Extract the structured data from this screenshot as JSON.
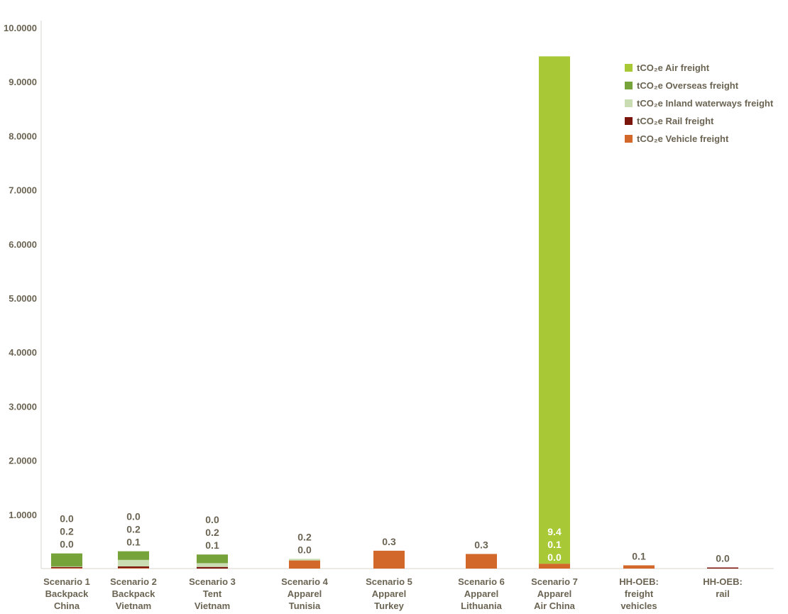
{
  "chart_data": {
    "type": "bar",
    "stacked": true,
    "categories": [
      [
        "Scenario 1",
        "Backpack",
        "China"
      ],
      [
        "Scenario 2",
        "Backpack",
        "Vietnam"
      ],
      [
        "Scenario 3",
        "Tent",
        "Vietnam"
      ],
      [
        "Scenario 4",
        "Apparel",
        "Tunisia"
      ],
      [
        "Scenario 5",
        "Apparel",
        "Turkey"
      ],
      [
        "Scenario 6",
        "Apparel",
        "Lithuania"
      ],
      [
        "Scenario 7",
        "Apparel",
        "Air China"
      ],
      [
        "HH-OEB:",
        "freight",
        "vehicles"
      ],
      [
        "HH-OEB:",
        "rail"
      ]
    ],
    "series": [
      {
        "name": "tCO₂e Vehicle freight",
        "color": "#d2692a",
        "values": [
          0.01,
          0.01,
          0.0,
          0.15,
          0.33,
          0.27,
          0.09,
          0.06,
          0.0
        ]
      },
      {
        "name": "tCO₂e Rail freight",
        "color": "#7a160c",
        "values": [
          0.02,
          0.03,
          0.03,
          0.0,
          0.0,
          0.0,
          0.0,
          0.0,
          0.02
        ]
      },
      {
        "name": "tCO₂e Inland waterways freight",
        "color": "#c9dcb2",
        "values": [
          0.01,
          0.12,
          0.07,
          0.03,
          0.0,
          0.0,
          0.0,
          0.0,
          0.0
        ]
      },
      {
        "name": "tCO₂e Overseas freight",
        "color": "#76a33a",
        "values": [
          0.24,
          0.16,
          0.16,
          0.0,
          0.0,
          0.0,
          0.0,
          0.0,
          0.0
        ]
      },
      {
        "name": "tCO₂e Air freight",
        "color": "#a8c935",
        "values": [
          0.0,
          0.0,
          0.0,
          0.0,
          0.0,
          0.0,
          9.38,
          0.0,
          0.0
        ]
      }
    ],
    "data_labels": [
      [
        "0.0",
        "0.2",
        "0.0"
      ],
      [
        "0.0",
        "0.2",
        "0.1"
      ],
      [
        "0.0",
        "0.2",
        "0.1"
      ],
      [
        "0.2",
        "0.0"
      ],
      [
        "0.3"
      ],
      [
        "0.3"
      ],
      [
        "9.4",
        "0.1",
        "0.0"
      ],
      [
        "0.1"
      ],
      [
        "0.0"
      ]
    ],
    "ylim": [
      0,
      10
    ],
    "yticks": [
      "1.0000",
      "2.0000",
      "3.0000",
      "4.0000",
      "5.0000",
      "6.0000",
      "7.0000",
      "8.0000",
      "9.0000",
      "10.0000"
    ],
    "ytick_values": [
      1,
      2,
      3,
      4,
      5,
      6,
      7,
      8,
      9,
      10
    ],
    "legend_position": "top-right",
    "legend_order": [
      4,
      3,
      2,
      1,
      0
    ],
    "grid": false
  }
}
